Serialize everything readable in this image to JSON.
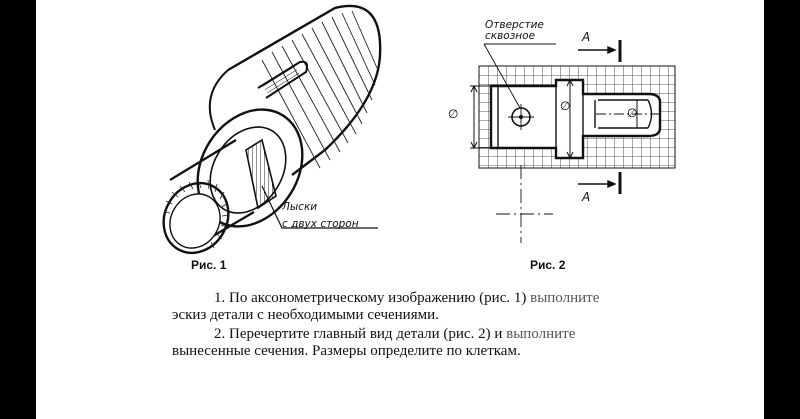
{
  "figures": {
    "fig1": {
      "caption": "Рис. 1",
      "callout_line1": "Лыски",
      "callout_line2": "с двух сторон"
    },
    "fig2": {
      "caption": "Рис. 2",
      "callout_line1": "Отверстие",
      "callout_line2": "сквозное",
      "section_mark": "А",
      "diameter_symbol": "∅"
    }
  },
  "tasks": {
    "task1_line1_main": "1. По аксонометрическому изображению (рис. 1)",
    "task1_line1_tail": "выполните",
    "task1_line2": "эскиз детали с необходимыми сечениями.",
    "task2_line1_main": "2. Перечертите главный вид детали (рис. 2) и",
    "task2_line1_tail": "выполните",
    "task2_line2": "вынесенные сечения. Размеры определите по клеткам."
  }
}
